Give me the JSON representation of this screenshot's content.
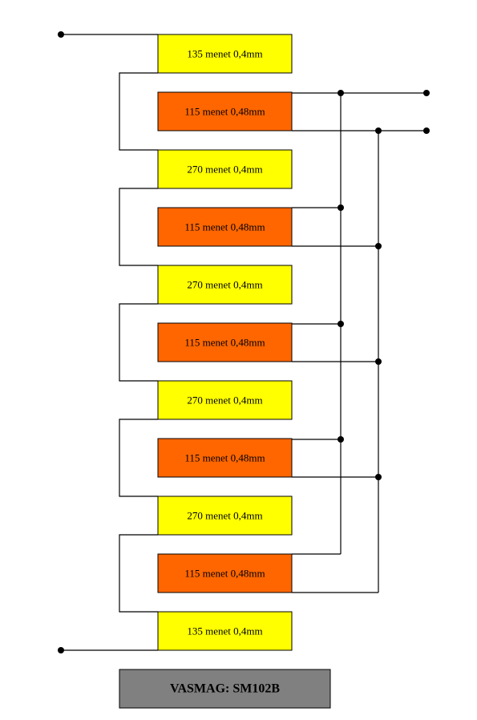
{
  "coils": [
    {
      "label": "135 menet 0,4mm",
      "kind": "primary"
    },
    {
      "label": "115 menet 0,48mm",
      "kind": "secondary"
    },
    {
      "label": "270 menet 0,4mm",
      "kind": "primary"
    },
    {
      "label": "115 menet 0,48mm",
      "kind": "secondary"
    },
    {
      "label": "270 menet 0,4mm",
      "kind": "primary"
    },
    {
      "label": "115 menet 0,48mm",
      "kind": "secondary"
    },
    {
      "label": "270 menet 0,4mm",
      "kind": "primary"
    },
    {
      "label": "115 menet 0,48mm",
      "kind": "secondary"
    },
    {
      "label": "270 menet 0,4mm",
      "kind": "primary"
    },
    {
      "label": "115 menet 0,48mm",
      "kind": "secondary"
    },
    {
      "label": "135 menet 0,4mm",
      "kind": "primary"
    }
  ],
  "title": "VASMAG: SM102B",
  "colors": {
    "primary": "#ffff00",
    "secondary": "#ff6600",
    "title_box": "#808080",
    "wire": "#000000"
  }
}
